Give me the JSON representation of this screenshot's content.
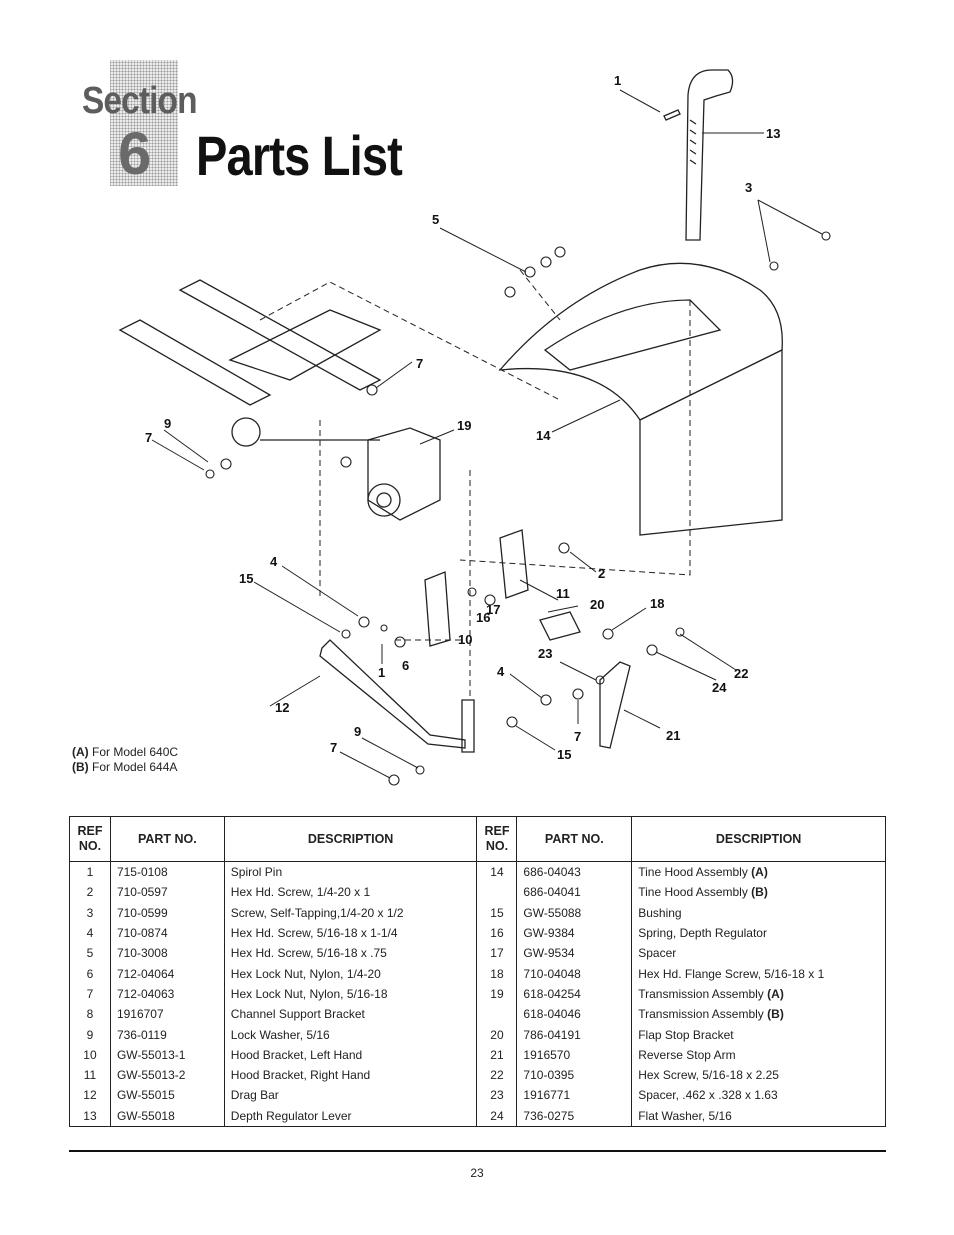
{
  "header": {
    "section_word": "Section",
    "section_number": "6",
    "title": "Parts List"
  },
  "diagram": {
    "callouts": [
      "1",
      "13",
      "3",
      "5",
      "7",
      "9",
      "7",
      "19",
      "14",
      "4",
      "15",
      "2",
      "11",
      "20",
      "18",
      "16",
      "17",
      "10",
      "1",
      "6",
      "23",
      "22",
      "24",
      "4",
      "12",
      "9",
      "7",
      "7",
      "21",
      "15"
    ]
  },
  "notes": {
    "a_key": "(A)",
    "a_text": " For Model 640C",
    "b_key": "(B)",
    "b_text": " For Model 644A"
  },
  "table": {
    "headers": {
      "ref_line1": "REF",
      "ref_line2": "NO.",
      "part_no": "PART NO.",
      "description": "DESCRIPTION"
    },
    "rows": [
      {
        "l_ref": "1",
        "l_part": "715-0108",
        "l_desc": "Spirol Pin",
        "r_ref": "14",
        "r_part": "686-04043",
        "r_desc": "Tine Hood Assembly",
        "r_tag": "(A)"
      },
      {
        "l_ref": "2",
        "l_part": "710-0597",
        "l_desc": "Hex Hd. Screw, 1/4-20 x 1",
        "r_ref": "",
        "r_part": "686-04041",
        "r_desc": "Tine Hood Assembly",
        "r_tag": "(B)"
      },
      {
        "l_ref": "3",
        "l_part": "710-0599",
        "l_desc": "Screw, Self-Tapping,1/4-20 x 1/2",
        "r_ref": "15",
        "r_part": "GW-55088",
        "r_desc": "Bushing",
        "r_tag": ""
      },
      {
        "l_ref": "4",
        "l_part": "710-0874",
        "l_desc": "Hex Hd. Screw, 5/16-18 x 1-1/4",
        "r_ref": "16",
        "r_part": "GW-9384",
        "r_desc": "Spring, Depth Regulator",
        "r_tag": ""
      },
      {
        "l_ref": "5",
        "l_part": "710-3008",
        "l_desc": "Hex Hd. Screw, 5/16-18 x .75",
        "r_ref": "17",
        "r_part": "GW-9534",
        "r_desc": "Spacer",
        "r_tag": ""
      },
      {
        "l_ref": "6",
        "l_part": "712-04064",
        "l_desc": "Hex Lock Nut, Nylon, 1/4-20",
        "r_ref": "18",
        "r_part": "710-04048",
        "r_desc": "Hex Hd. Flange Screw, 5/16-18 x 1",
        "r_tag": ""
      },
      {
        "l_ref": "7",
        "l_part": "712-04063",
        "l_desc": "Hex Lock Nut, Nylon, 5/16-18",
        "r_ref": "19",
        "r_part": "618-04254",
        "r_desc": "Transmission Assembly",
        "r_tag": "(A)"
      },
      {
        "l_ref": "8",
        "l_part": "1916707",
        "l_desc": "Channel Support Bracket",
        "r_ref": "",
        "r_part": "618-04046",
        "r_desc": "Transmission Assembly",
        "r_tag": "(B)"
      },
      {
        "l_ref": "9",
        "l_part": "736-0119",
        "l_desc": "Lock Washer, 5/16",
        "r_ref": "20",
        "r_part": "786-04191",
        "r_desc": "Flap Stop Bracket",
        "r_tag": ""
      },
      {
        "l_ref": "10",
        "l_part": "GW-55013-1",
        "l_desc": "Hood Bracket, Left Hand",
        "r_ref": "21",
        "r_part": "1916570",
        "r_desc": "Reverse Stop Arm",
        "r_tag": ""
      },
      {
        "l_ref": "11",
        "l_part": "GW-55013-2",
        "l_desc": "Hood Bracket, Right Hand",
        "r_ref": "22",
        "r_part": "710-0395",
        "r_desc": "Hex Screw, 5/16-18 x 2.25",
        "r_tag": ""
      },
      {
        "l_ref": "12",
        "l_part": "GW-55015",
        "l_desc": "Drag Bar",
        "r_ref": "23",
        "r_part": "1916771",
        "r_desc": "Spacer, .462 x .328 x 1.63",
        "r_tag": ""
      },
      {
        "l_ref": "13",
        "l_part": "GW-55018",
        "l_desc": "Depth Regulator Lever",
        "r_ref": "24",
        "r_part": "736-0275",
        "r_desc": "Flat Washer, 5/16",
        "r_tag": ""
      }
    ]
  },
  "footer": {
    "page_number": "23"
  }
}
